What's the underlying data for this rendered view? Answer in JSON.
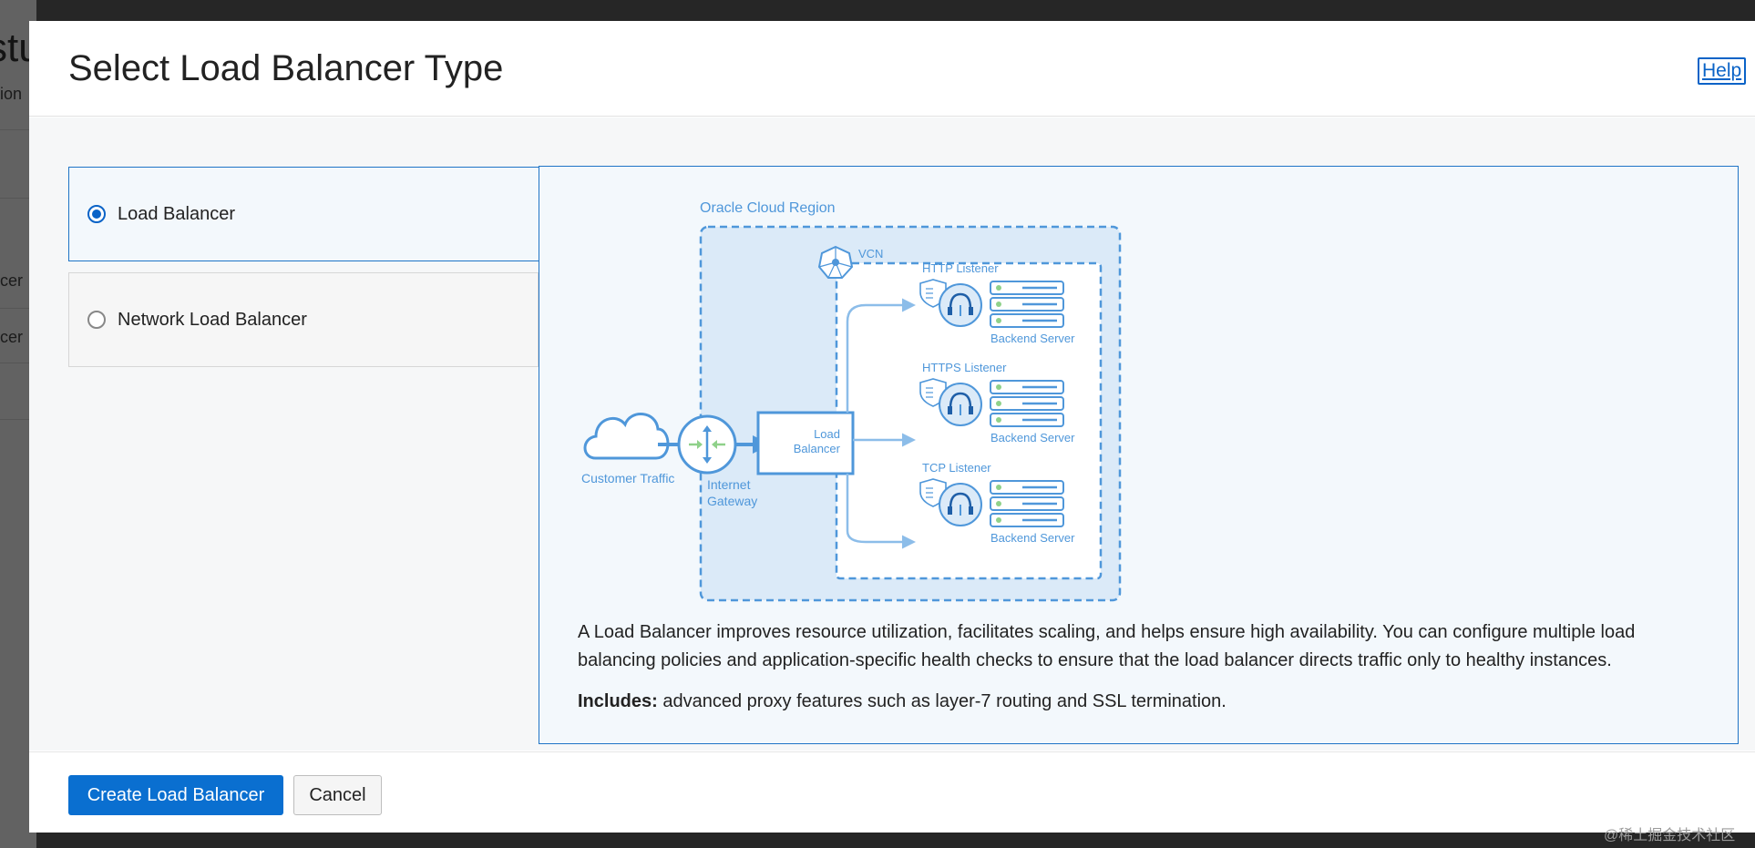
{
  "background_page": {
    "title_fragment": "stu",
    "sub_fragment": "ion",
    "items": [
      "cer",
      "cer"
    ]
  },
  "modal": {
    "title": "Select Load Balancer Type",
    "help_label": "Help"
  },
  "types": [
    {
      "label": "Load Balancer",
      "selected": true
    },
    {
      "label": "Network Load Balancer",
      "selected": false
    }
  ],
  "diagram": {
    "region_label": "Oracle Cloud Region",
    "vcn_label": "VCN",
    "customer_label": "Customer Traffic",
    "gateway_label_line1": "Internet",
    "gateway_label_line2": "Gateway",
    "lb_label_line1": "Load",
    "lb_label_line2": "Balancer",
    "listeners": [
      "HTTP Listener",
      "HTTPS Listener",
      "TCP Listener"
    ],
    "backend_label": "Backend Server",
    "colors": {
      "accent": "#4f97da",
      "light": "#dbeaf8",
      "green": "#8fd18a"
    }
  },
  "description": "A Load Balancer improves resource utilization, facilitates scaling, and helps ensure high availability. You can configure multiple load balancing policies and application-specific health checks to ensure that the load balancer directs traffic only to healthy instances.",
  "includes": {
    "label": "Includes:",
    "text": "advanced proxy features such as layer-7 routing and SSL termination."
  },
  "footer": {
    "create_label": "Create Load Balancer",
    "cancel_label": "Cancel"
  },
  "watermark": "@稀土掘金技术社区"
}
